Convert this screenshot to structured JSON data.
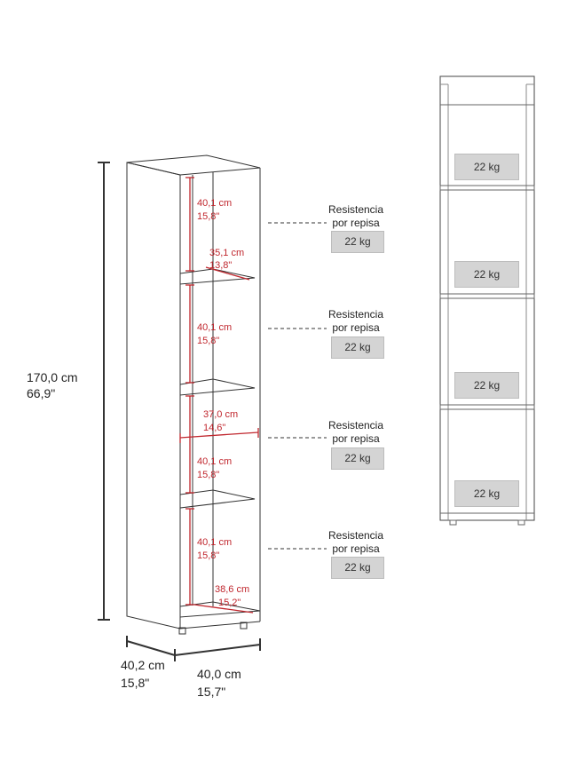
{
  "dimensions": {
    "height_cm": "170,0 cm",
    "height_in": "66,9\"",
    "depth_cm": "40,2 cm",
    "depth_in": "15,8\"",
    "width_cm": "40,0 cm",
    "width_in": "15,7\""
  },
  "inner": {
    "top_gap_cm": "40,1 cm",
    "top_gap_in": "15,8\"",
    "top_width_cm": "35,1 cm",
    "top_width_in": "13,8\"",
    "gap2_cm": "40,1 cm",
    "gap2_in": "15,8\"",
    "mid_width_cm": "37,0 cm",
    "mid_width_in": "14,6\"",
    "gap3_cm": "40,1 cm",
    "gap3_in": "15,8\"",
    "gap4_cm": "40,1 cm",
    "gap4_in": "15,8\"",
    "bottom_width_cm": "38,6 cm",
    "bottom_width_in": "15,2\""
  },
  "shelf_labels": [
    {
      "line1": "Resistencia",
      "line2": "por repisa",
      "load": "22 kg"
    },
    {
      "line1": "Resistencia",
      "line2": "por repisa",
      "load": "22 kg"
    },
    {
      "line1": "Resistencia",
      "line2": "por repisa",
      "load": "22 kg"
    },
    {
      "line1": "Resistencia",
      "line2": "por repisa",
      "load": "22 kg"
    }
  ],
  "front_view_loads": [
    "22 kg",
    "22 kg",
    "22 kg",
    "22 kg"
  ],
  "colors": {
    "line": "#333333",
    "measure": "#c0262d",
    "badge": "#d4d4d4"
  }
}
